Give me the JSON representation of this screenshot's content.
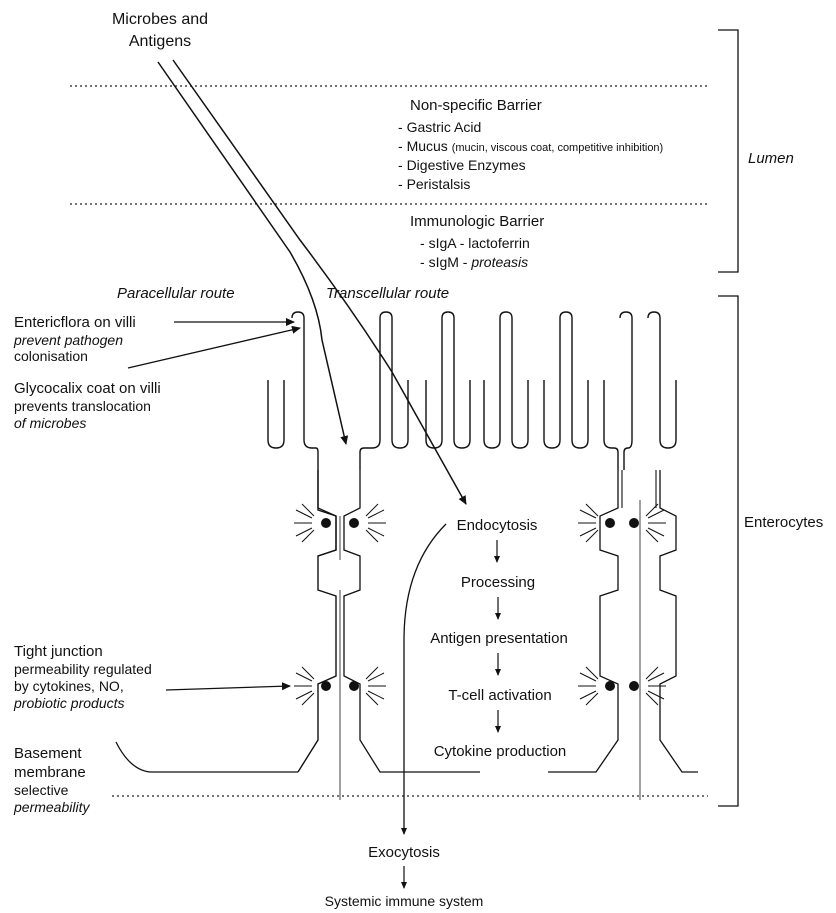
{
  "source": {
    "line1": "Microbes and",
    "line2": "Antigens"
  },
  "lumen_label": "Lumen",
  "enterocytes_label": "Enterocytes",
  "nonspecific": {
    "title": "Non-specific Barrier",
    "items": [
      {
        "main": "Gastric Acid",
        "note": ""
      },
      {
        "main": "Mucus",
        "note": "(mucin, viscous coat, competitive inhibition)"
      },
      {
        "main": "Digestive Enzymes",
        "note": ""
      },
      {
        "main": "Peristalsis",
        "note": ""
      }
    ]
  },
  "immunologic": {
    "title": "Immunologic Barrier",
    "row1": [
      "sIgA",
      "lactoferrin"
    ],
    "row2": [
      "sIgM",
      "proteasis"
    ]
  },
  "routes": {
    "paracellular": "Paracellular route",
    "transcellular": "Transcellular route"
  },
  "entericflora": {
    "title": "Entericflora on villi",
    "line1": "prevent pathogen",
    "line2": "colonisation"
  },
  "glycocalix": {
    "title": "Glycocalix coat on villi",
    "line1": "prevents translocation",
    "line2": "of microbes"
  },
  "tight_junction": {
    "title": "Tight junction",
    "line1": "permeability regulated",
    "line2": "by cytokines, NO,",
    "line3": "probiotic products"
  },
  "basement": {
    "line1": "Basement",
    "line2": "membrane",
    "line3": "selective",
    "line4": "permeability"
  },
  "pathway": [
    "Endocytosis",
    "Processing",
    "Antigen presentation",
    "T-cell activation",
    "Cytokine production"
  ],
  "exocytosis": "Exocytosis",
  "systemic": "Systemic immune system"
}
